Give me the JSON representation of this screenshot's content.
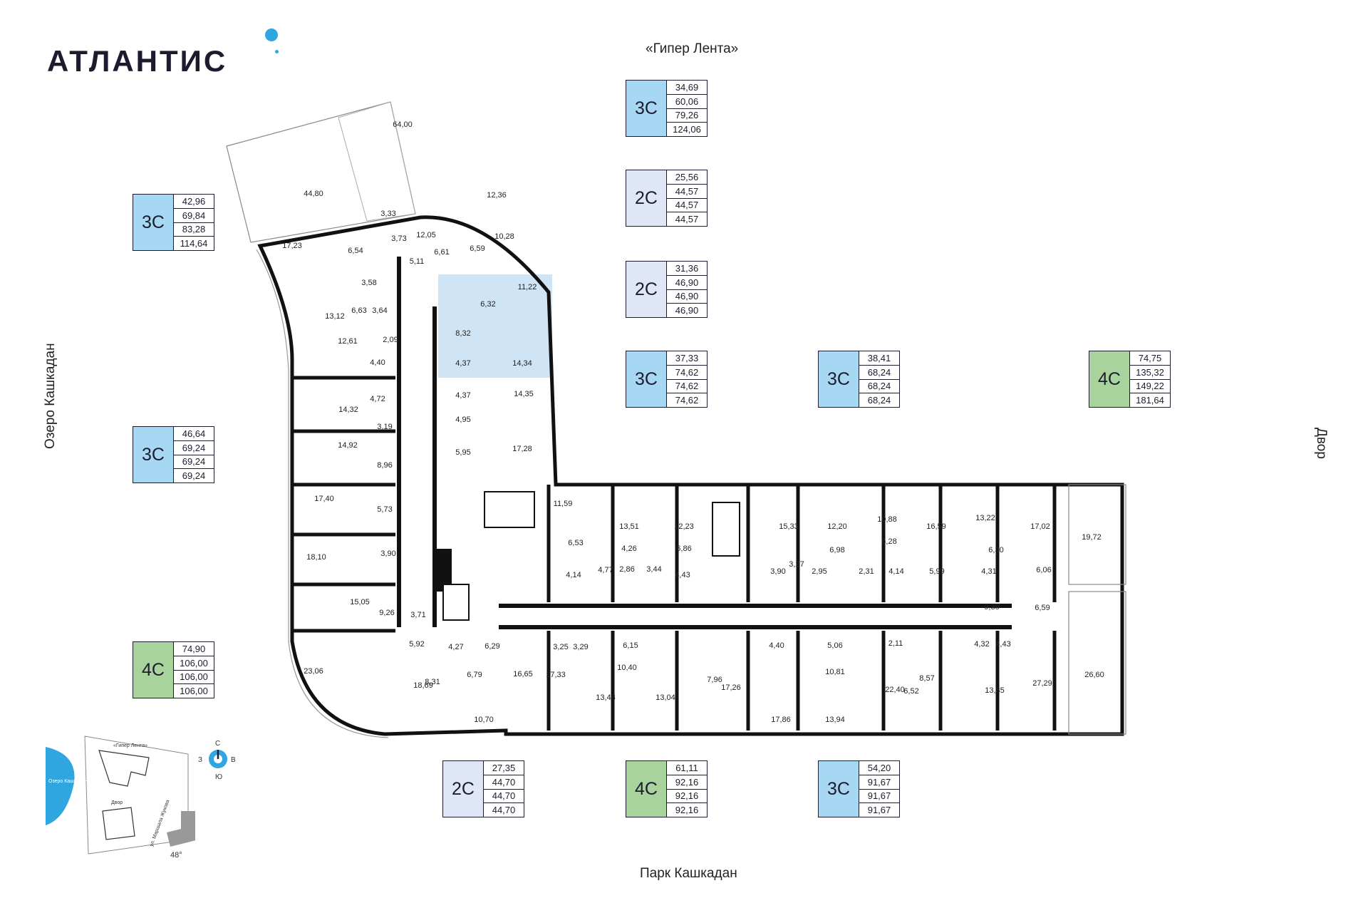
{
  "brand": {
    "name": "АТЛАНТИС",
    "accent": "#2fa6e0"
  },
  "directions": {
    "north": "«Гипер Лента»",
    "south": "Парк Кашкадан",
    "west": "Озеро Кашкадан",
    "east": "Двор"
  },
  "colors": {
    "3С": "#a7d8f3",
    "2С": "#dfe6f5",
    "4С": "#a9d39d",
    "highlight": "#cfe4f5",
    "wall": "#111111"
  },
  "cards": [
    {
      "type": "3С",
      "values": [
        "34,69",
        "60,06",
        "79,26",
        "124,06"
      ]
    },
    {
      "type": "2С",
      "values": [
        "25,56",
        "44,57",
        "44,57",
        "44,57"
      ]
    },
    {
      "type": "2С",
      "values": [
        "31,36",
        "46,90",
        "46,90",
        "46,90"
      ]
    },
    {
      "type": "3С",
      "values": [
        "37,33",
        "74,62",
        "74,62",
        "74,62"
      ]
    },
    {
      "type": "3С",
      "values": [
        "38,41",
        "68,24",
        "68,24",
        "68,24"
      ]
    },
    {
      "type": "4С",
      "values": [
        "74,75",
        "135,32",
        "149,22",
        "181,64"
      ]
    },
    {
      "type": "3С",
      "values": [
        "42,96",
        "69,84",
        "83,28",
        "114,64"
      ]
    },
    {
      "type": "3С",
      "values": [
        "46,64",
        "69,24",
        "69,24",
        "69,24"
      ]
    },
    {
      "type": "4С",
      "values": [
        "74,90",
        "106,00",
        "106,00",
        "106,00"
      ]
    },
    {
      "type": "2С",
      "values": [
        "27,35",
        "44,70",
        "44,70",
        "44,70"
      ]
    },
    {
      "type": "4С",
      "values": [
        "61,11",
        "92,16",
        "92,16",
        "92,16"
      ]
    },
    {
      "type": "3С",
      "values": [
        "54,20",
        "91,67",
        "91,67",
        "91,67"
      ]
    }
  ],
  "rooms": [
    "64,00",
    "44,80",
    "12,36",
    "3,33",
    "3,73",
    "12,05",
    "17,23",
    "6,54",
    "6,61",
    "6,59",
    "10,28",
    "5,11",
    "3,58",
    "11,22",
    "6,32",
    "13,12",
    "6,63",
    "3,64",
    "8,32",
    "12,61",
    "2,09",
    "4,40",
    "4,37",
    "14,34",
    "4,37",
    "14,35",
    "4,72",
    "14,32",
    "3,19",
    "4,95",
    "14,92",
    "5,95",
    "17,28",
    "8,96",
    "17,40",
    "5,73",
    "11,59",
    "13,51",
    "12,23",
    "15,33",
    "12,20",
    "10,88",
    "16,59",
    "13,22",
    "17,02",
    "19,72",
    "6,53",
    "4,26",
    "6,86",
    "6,98",
    "6,28",
    "6,30",
    "18,10",
    "3,90",
    "4,14",
    "4,77",
    "2,86",
    "3,44",
    "4,43",
    "3,90",
    "3,27",
    "2,95",
    "2,31",
    "4,14",
    "5,99",
    "4,31",
    "6,06",
    "15,05",
    "9,26",
    "3,71",
    "9,35",
    "6,59",
    "5,92",
    "4,27",
    "6,29",
    "3,25",
    "3,29",
    "6,15",
    "4,40",
    "5,06",
    "2,11",
    "4,32",
    "4,43",
    "23,06",
    "7,96",
    "10,81",
    "8,57",
    "6,79",
    "16,65",
    "17,33",
    "10,40",
    "17,26",
    "22,40",
    "27,29",
    "26,60",
    "18,69",
    "8,31",
    "13,48",
    "13,04",
    "6,52",
    "13,85",
    "10,70",
    "17,86",
    "13,94"
  ],
  "minimap": {
    "labels": [
      "«Гипер Лента»",
      "Озеро Кашкадан",
      "Двор",
      "ул. Маршала Жукова",
      "48°"
    ]
  },
  "compass": {
    "n": "С",
    "s": "Ю",
    "w": "З",
    "e": "В"
  }
}
